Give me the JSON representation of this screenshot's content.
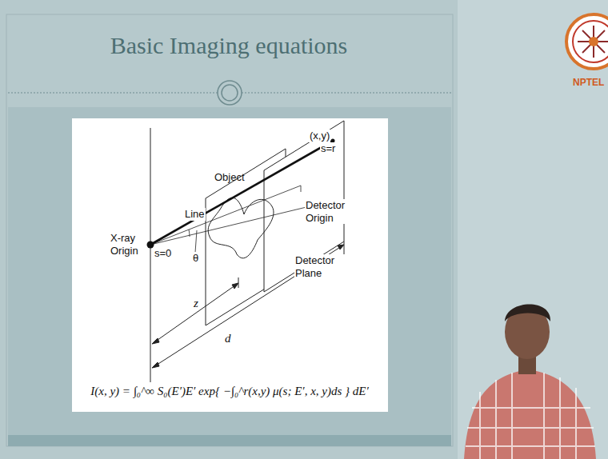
{
  "diagram": {
    "title": "Basic Imaging equations",
    "labels": [
      "NPTEL",
      "(x,y)",
      "s=r",
      "Object",
      "Line",
      "Detector Origin",
      "X-ray Origin",
      "s=0",
      "θ",
      "Detector Plane",
      "z",
      "d",
      "I(x, y) = ∫₀^∞ S₀(E′)E′ exp{ −∫₀^r(x,y) μ(s; E′, x, y)ds } dE′"
    ]
  }
}
